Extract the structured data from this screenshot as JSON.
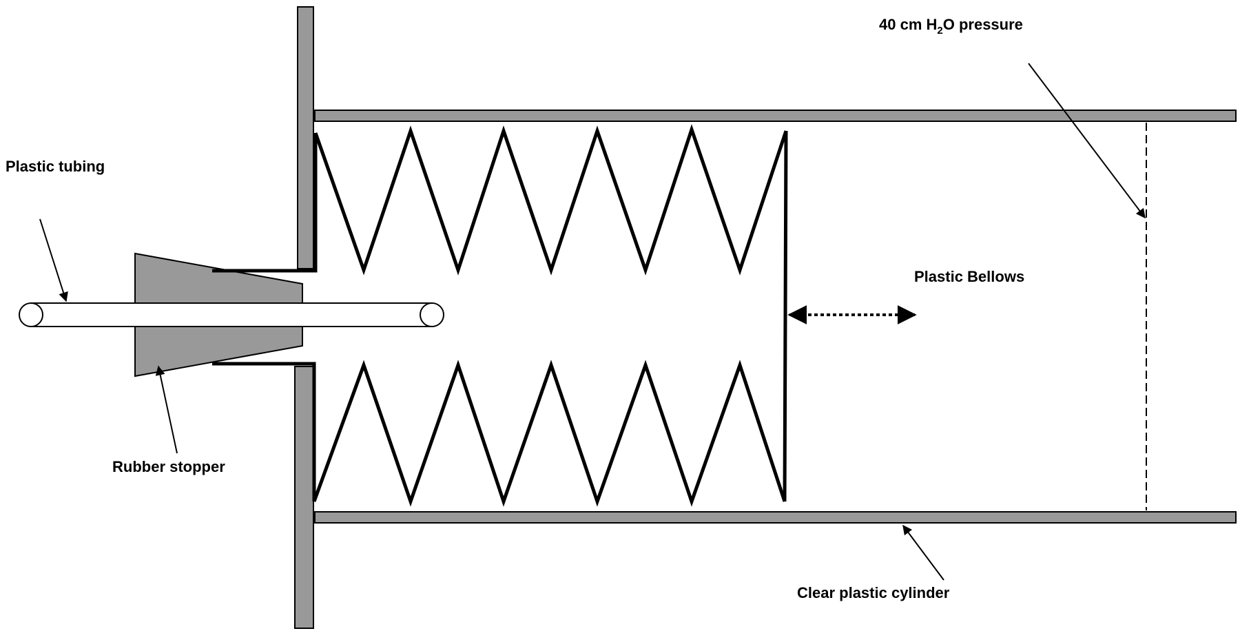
{
  "labels": {
    "plastic_tubing": "Plastic tubing",
    "rubber_stopper": "Rubber stopper",
    "plastic_bellows": "Plastic Bellows",
    "clear_plastic_cylinder": "Clear plastic cylinder",
    "pressure_prefix": "40 cm H",
    "pressure_subscript": "2",
    "pressure_suffix": "O pressure"
  },
  "colors": {
    "part_fill": "#999999",
    "outline": "#000000",
    "background": "#ffffff"
  }
}
